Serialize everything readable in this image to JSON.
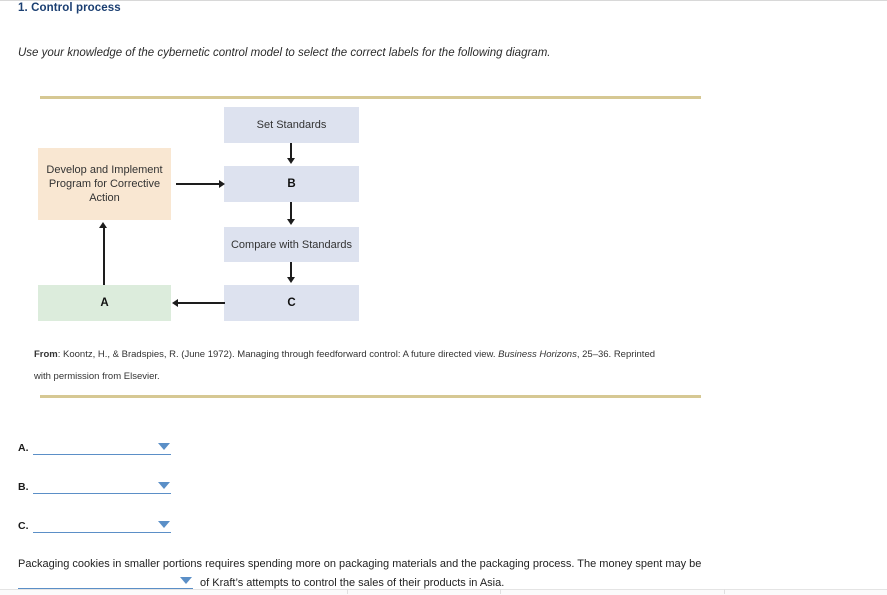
{
  "question": {
    "heading": "1. Control process",
    "instruction": "Use your knowledge of the cybernetic control model to select the correct labels for the following diagram."
  },
  "diagram": {
    "nodes": [
      {
        "id": "set-standards",
        "label": "Set Standards",
        "color": "#dde2ef"
      },
      {
        "id": "b",
        "label": "B",
        "color": "#dde2ef"
      },
      {
        "id": "compare",
        "label": "Compare with Standards",
        "color": "#dde2ef"
      },
      {
        "id": "c",
        "label": "C",
        "color": "#dde2ef"
      },
      {
        "id": "develop",
        "label": "Develop and Implement Program for Corrective Action",
        "color": "#f9e7d2"
      },
      {
        "id": "a",
        "label": "A",
        "color": "#dcecdc"
      }
    ],
    "rule_color": "#d6c893",
    "citation": {
      "prefix": "From",
      "text_before_italic": ": Koontz, H., & Bradspies, R. (June 1972). Managing through feedforward control: A future directed view. ",
      "italic": "Business Horizons",
      "text_after_italic": ", 25–36. Reprinted with permission from Elsevier."
    }
  },
  "answers": {
    "accent_color": "#5b8fc7",
    "items": [
      {
        "label": "A.",
        "value": ""
      },
      {
        "label": "B.",
        "value": ""
      },
      {
        "label": "C.",
        "value": ""
      }
    ]
  },
  "closing": {
    "line1": "Packaging cookies in smaller portions requires spending more on packaging materials and the packaging process. The money spent may be",
    "dropdown_value": "",
    "line2_tail": "of Kraft’s attempts to control the sales of their products in Asia."
  }
}
